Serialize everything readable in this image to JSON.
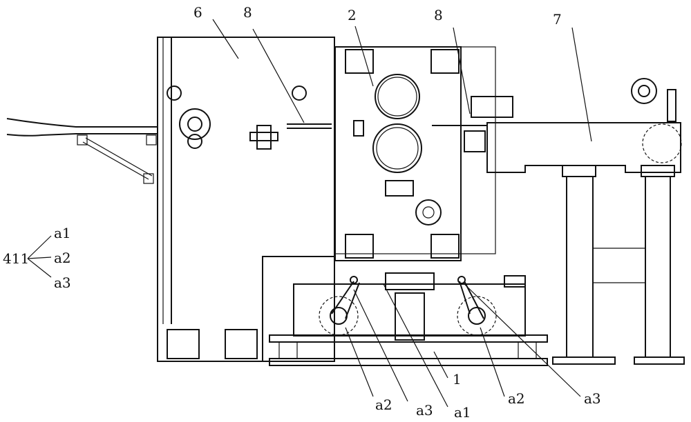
{
  "labels": {
    "l6": "6",
    "l8a": "8",
    "l2": "2",
    "l8b": "8",
    "l7": "7",
    "l411": "411",
    "la1": "a1",
    "la2": "a2",
    "la3": "a3",
    "b_a2_1": "a2",
    "b_a3_1": "a3",
    "b_a1": "a1",
    "b_1": "1",
    "b_a2_2": "a2",
    "b_a3_2": "a3"
  }
}
